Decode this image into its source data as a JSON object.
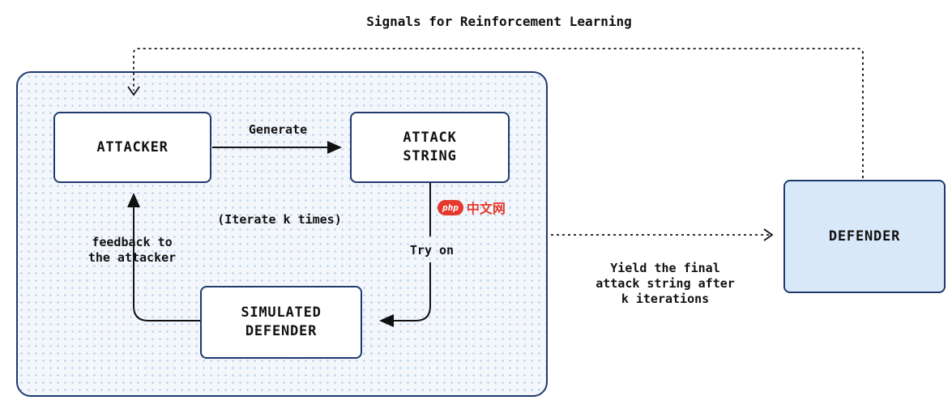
{
  "diagram": {
    "top_label": "Signals for Reinforcement Learning",
    "nodes": {
      "attacker": "ATTACKER",
      "attack_string": "ATTACK\nSTRING",
      "simulated_defender": "SIMULATED\nDEFENDER",
      "defender": "DEFENDER"
    },
    "edges": {
      "generate": "Generate",
      "iterate": "(Iterate k times)",
      "try_on": "Try on",
      "feedback": "feedback to\nthe attacker",
      "yield_final": "Yield the final\nattack string after\nk iterations"
    },
    "watermark": {
      "badge": "php",
      "text": "中文网"
    },
    "colors": {
      "line": "#111111",
      "node_border": "#1e3a6e",
      "container_fill": "#f3f7fc",
      "defender_fill": "#d9e8f8",
      "watermark_red": "#e5392e"
    }
  }
}
